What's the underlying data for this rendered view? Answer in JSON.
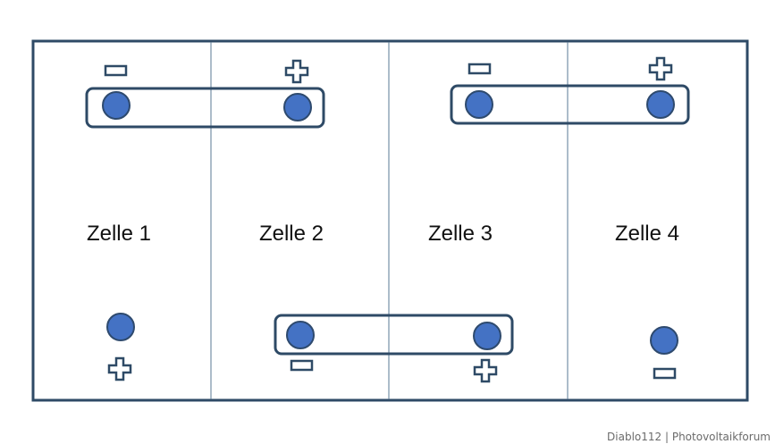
{
  "cells": [
    {
      "label": "Zelle 1"
    },
    {
      "label": "Zelle 2"
    },
    {
      "label": "Zelle 3"
    },
    {
      "label": "Zelle 4"
    }
  ],
  "terminal_symbols": {
    "minus": "minus-icon",
    "plus": "plus-icon"
  },
  "colors": {
    "frame": "#2e4a66",
    "divider": "#5a7894",
    "terminal_fill": "#4472c4",
    "terminal_stroke": "#2e4a6e"
  },
  "watermark": "Diablo112 | Photovoltaikforum"
}
